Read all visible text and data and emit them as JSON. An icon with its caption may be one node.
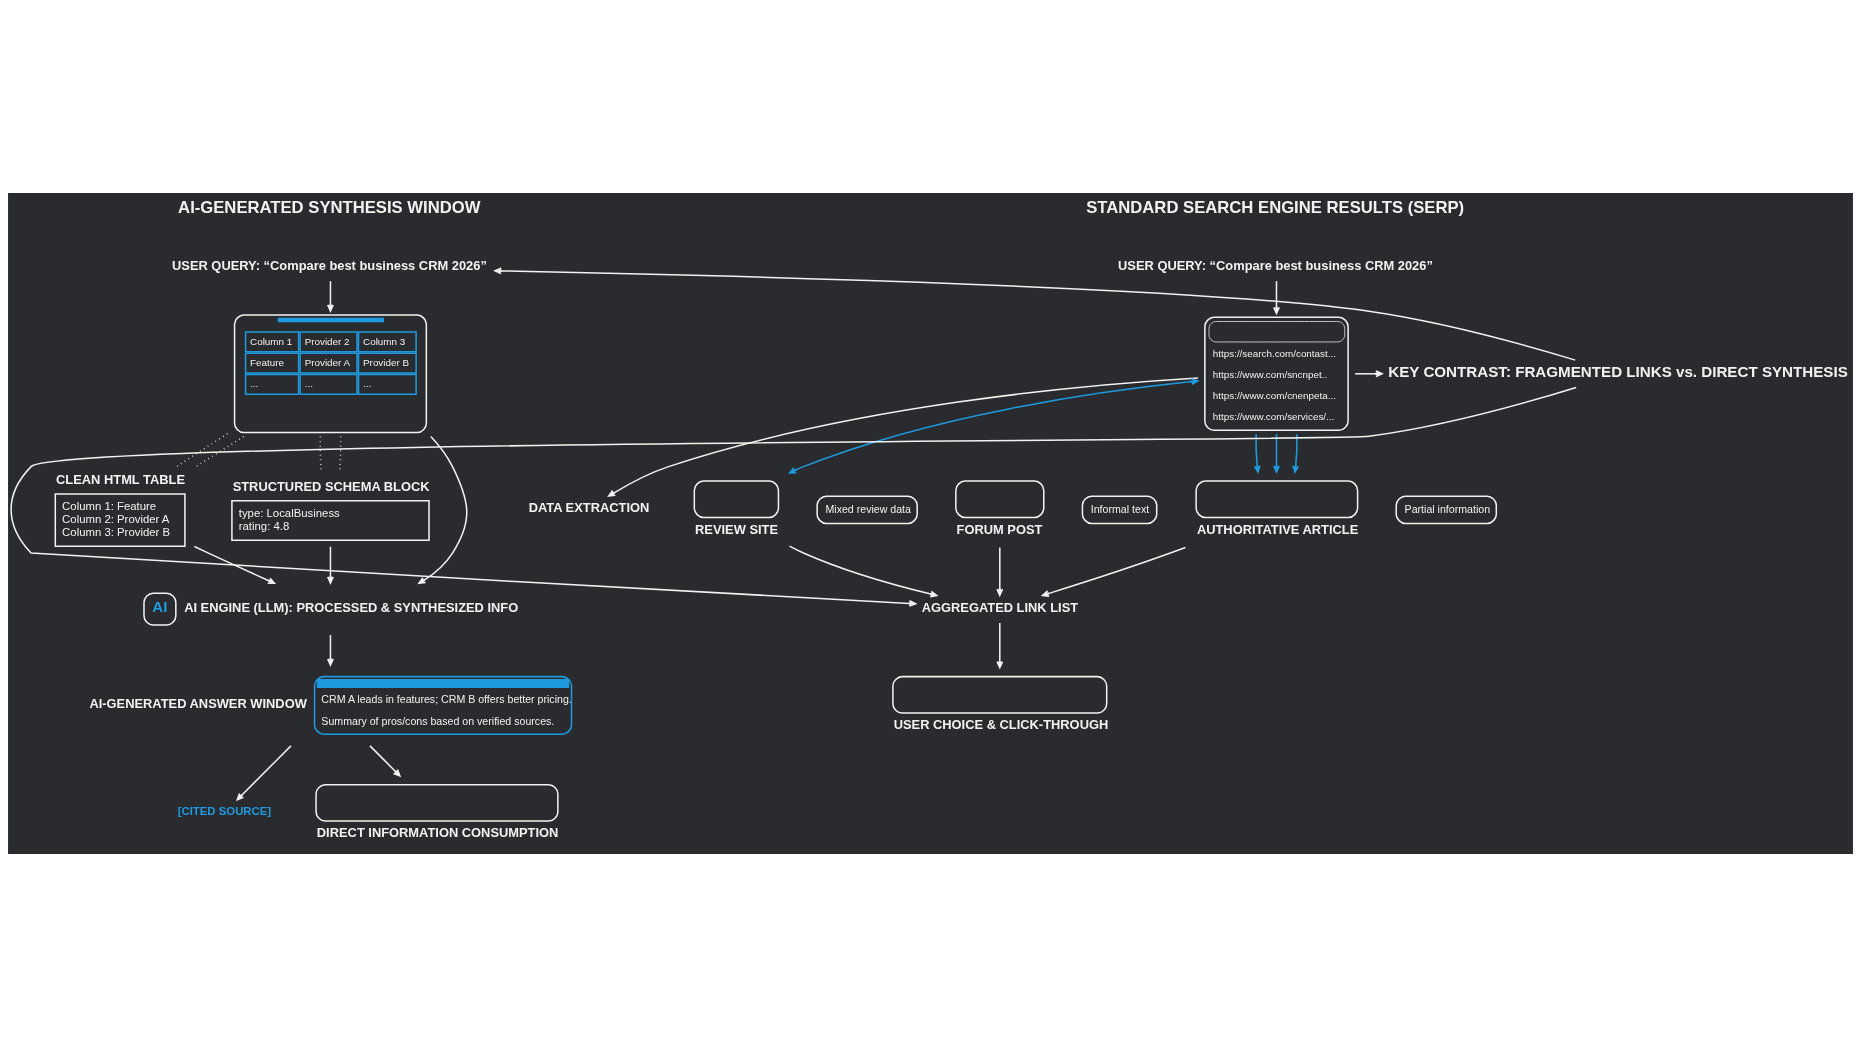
{
  "diagram": {
    "nodes": [
      {
        "text": [
          "USER QUERY: “Compare best business CRM 2026”"
        ]
      },
      {
        "text": [
          "https://search.com/contast...",
          "https://www.com/sncnpet..",
          "https://www.com/cnenpeta...",
          "https://www.com/services/..."
        ]
      },
      {
        "text": [
          "DATA EXTRACTION"
        ]
      },
      {
        "text": [
          "REVIEW SITE"
        ]
      },
      {
        "text": [
          "Mixed review data"
        ]
      },
      {
        "text": [
          "FORUM POST"
        ]
      },
      {
        "text": [
          "Informal text"
        ]
      },
      {
        "text": [
          "AUTHORITATIVE ARTICLE"
        ]
      },
      {
        "text": [
          "Partial information"
        ]
      },
      {
        "text": [
          "AGGREGATED LINK LIST"
        ]
      },
      {
        "text": [
          "USER CHOICE & CLICK-THROUGH"
        ]
      },
      {
        "text": [
          "KEY CONTRAST: FRAGMENTED LINKS vs. DIRECT SYNTHESIS"
        ]
      },
      {
        "text": [
          "USER QUERY: “Compare best business CRM 2026”"
        ]
      },
      {
        "text": [
          "Column 1",
          "Provider 2",
          "Column 3",
          "Feature",
          "Provider A",
          "Provider B",
          "...",
          "...",
          "..."
        ]
      },
      {
        "text": [
          "CLEAN HTML TABLE",
          "Column 1: Feature",
          "Column 2: Provider A",
          "Column 3: Provider B"
        ]
      },
      {
        "text": [
          "STRUCTURED SCHEMA BLOCK",
          "type: LocalBusiness",
          "rating: 4.8"
        ]
      },
      {
        "text": [
          "AI",
          "AI ENGINE (LLM): PROCESSED & SYNTHESIZED INFO"
        ]
      },
      {
        "text": [
          "AI-GENERATED ANSWER WINDOW",
          "CRM A leads in features; CRM B offers better pricing.",
          "Summary of pros/cons based on verified sources."
        ]
      },
      {
        "text": [
          "[CITED SOURCE]"
        ]
      },
      {
        "text": [
          "DIRECT INFORMATION CONSUMPTION"
        ]
      }
    ],
    "edges": [
      {
        "from": 0,
        "to": 1,
        "arrow": "to"
      },
      {
        "from": 1,
        "to": 11,
        "arrow": "to"
      },
      {
        "from": 1,
        "to": 2,
        "arrow": "to"
      },
      {
        "from": 1,
        "to": 3,
        "arrow": "both",
        "color": "#1e9be0"
      },
      {
        "from": 1,
        "to": 7,
        "arrow": "to",
        "color": "#1e9be0"
      },
      {
        "from": 1,
        "to": 7,
        "arrow": "to",
        "color": "#1e9be0"
      },
      {
        "from": 1,
        "to": 7,
        "arrow": "to",
        "color": "#1e9be0"
      },
      {
        "from": 3,
        "to": 9,
        "arrow": "to"
      },
      {
        "from": 5,
        "to": 9,
        "arrow": "to"
      },
      {
        "from": 7,
        "to": 9,
        "arrow": "to"
      },
      {
        "from": 11,
        "to": 9,
        "arrow": "to"
      },
      {
        "from": 11,
        "to": 12,
        "arrow": "to"
      },
      {
        "from": 9,
        "to": 10,
        "arrow": "to"
      },
      {
        "from": 12,
        "to": 13,
        "arrow": "to"
      },
      {
        "from": 13,
        "to": 14,
        "arrow": "none",
        "style": "dashed"
      },
      {
        "from": 13,
        "to": 14,
        "arrow": "none",
        "style": "dashed"
      },
      {
        "from": 13,
        "to": 15,
        "arrow": "none",
        "style": "dashed"
      },
      {
        "from": 13,
        "to": 15,
        "arrow": "none",
        "style": "dashed"
      },
      {
        "from": 13,
        "to": 16,
        "arrow": "to"
      },
      {
        "from": 14,
        "to": 16,
        "arrow": "to"
      },
      {
        "from": 15,
        "to": 16,
        "arrow": "to"
      },
      {
        "from": 16,
        "to": 17,
        "arrow": "to"
      },
      {
        "from": 17,
        "to": 18,
        "arrow": "to"
      },
      {
        "from": 17,
        "to": 19,
        "arrow": "to"
      }
    ],
    "labels": [
      "STANDARD SEARCH ENGINE RESULTS (SERP)",
      "AI-GENERATED SYNTHESIS WINDOW"
    ]
  }
}
